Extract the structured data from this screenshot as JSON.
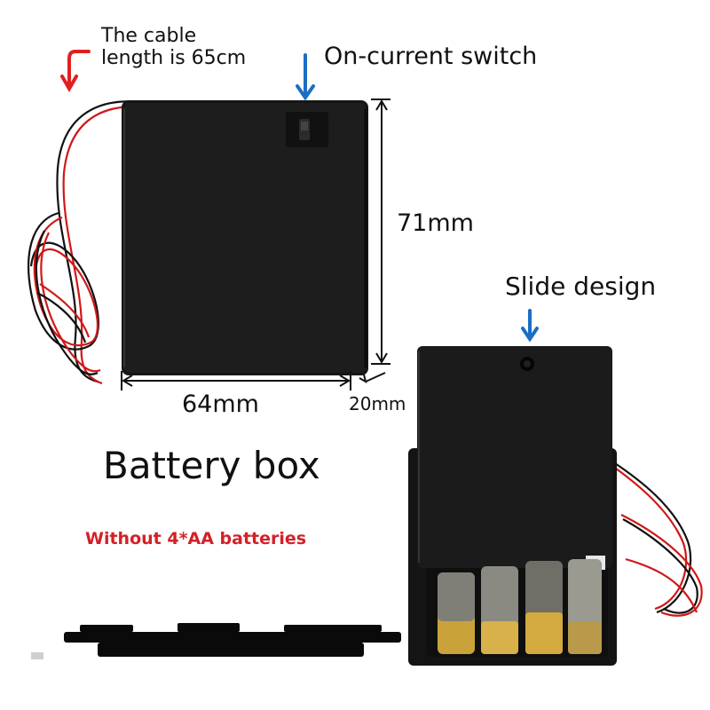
{
  "labels": {
    "cable_line1": "The cable",
    "cable_line2": "length is 65cm",
    "switch": "On-current switch",
    "height": "71mm",
    "width": "64mm",
    "depth": "20mm",
    "slide": "Slide design",
    "title": "Battery box",
    "note": "Without 4*AA batteries"
  },
  "colors": {
    "arrow_blue": "#1a6fc4",
    "arrow_red": "#e02020",
    "note_red": "#d42027",
    "box": "#151515"
  },
  "icons": [
    "down-arrow-icon",
    "curved-arrow-icon",
    "power-switch-icon"
  ]
}
